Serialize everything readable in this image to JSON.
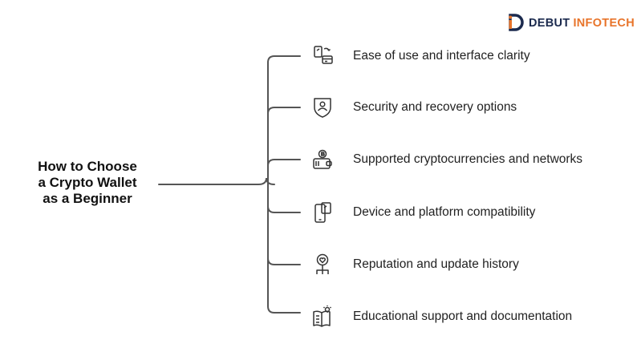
{
  "brand": {
    "part1": "DEBUT",
    "part2": "INFOTECH"
  },
  "title": {
    "line1": "How to Choose",
    "line2": "a Crypto Wallet",
    "line3": "as a Beginner"
  },
  "items": [
    {
      "label": "Ease of use and interface clarity",
      "icon": "interface-icon"
    },
    {
      "label": "Security and recovery options",
      "icon": "shield-icon"
    },
    {
      "label": "Supported cryptocurrencies and networks",
      "icon": "crypto-wallet-icon"
    },
    {
      "label": "Device and platform compatibility",
      "icon": "devices-icon"
    },
    {
      "label": "Reputation and update history",
      "icon": "reputation-icon"
    },
    {
      "label": "Educational support and documentation",
      "icon": "book-idea-icon"
    }
  ],
  "colors": {
    "line": "#555555",
    "brand_dark": "#1b2a4e",
    "brand_accent": "#e8742a"
  }
}
